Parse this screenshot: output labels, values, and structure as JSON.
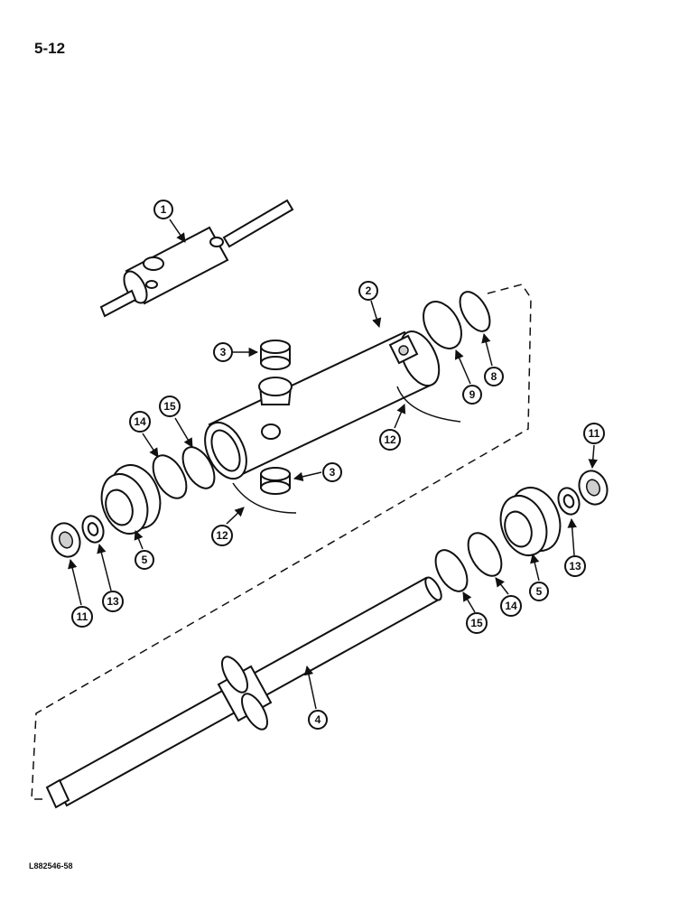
{
  "page": {
    "number": "5-12",
    "figure_code": "L882546-58"
  },
  "callouts": {
    "c1": "1",
    "c2": "2",
    "c3a": "3",
    "c3b": "3",
    "c4": "4",
    "c5a": "5",
    "c5b": "5",
    "c8": "8",
    "c9": "9",
    "c11a": "11",
    "c11b": "11",
    "c12a": "12",
    "c12b": "12",
    "c13a": "13",
    "c13b": "13",
    "c14a": "14",
    "c14b": "14",
    "c15a": "15",
    "c15b": "15"
  }
}
